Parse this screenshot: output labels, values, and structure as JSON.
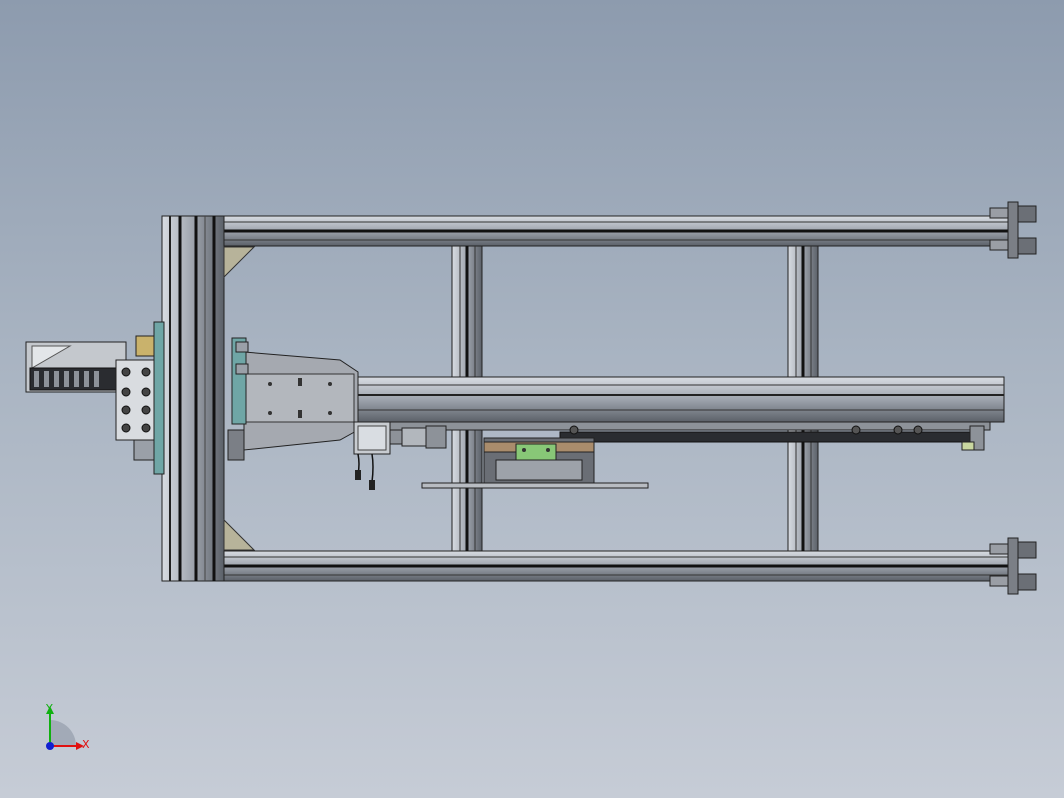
{
  "viewport": {
    "background_top": "#8d9bae",
    "background_bottom": "#c6ccd6"
  },
  "triad": {
    "x_label": "X",
    "y_label": "Y",
    "x_color": "#e01010",
    "y_color": "#10b010",
    "z_color": "#1020d0"
  },
  "model": {
    "icons": [
      "aluminum-extrusion-frame",
      "linear-module",
      "stepper-motor",
      "leveling-foot",
      "drag-chain",
      "gusset-bracket"
    ]
  }
}
